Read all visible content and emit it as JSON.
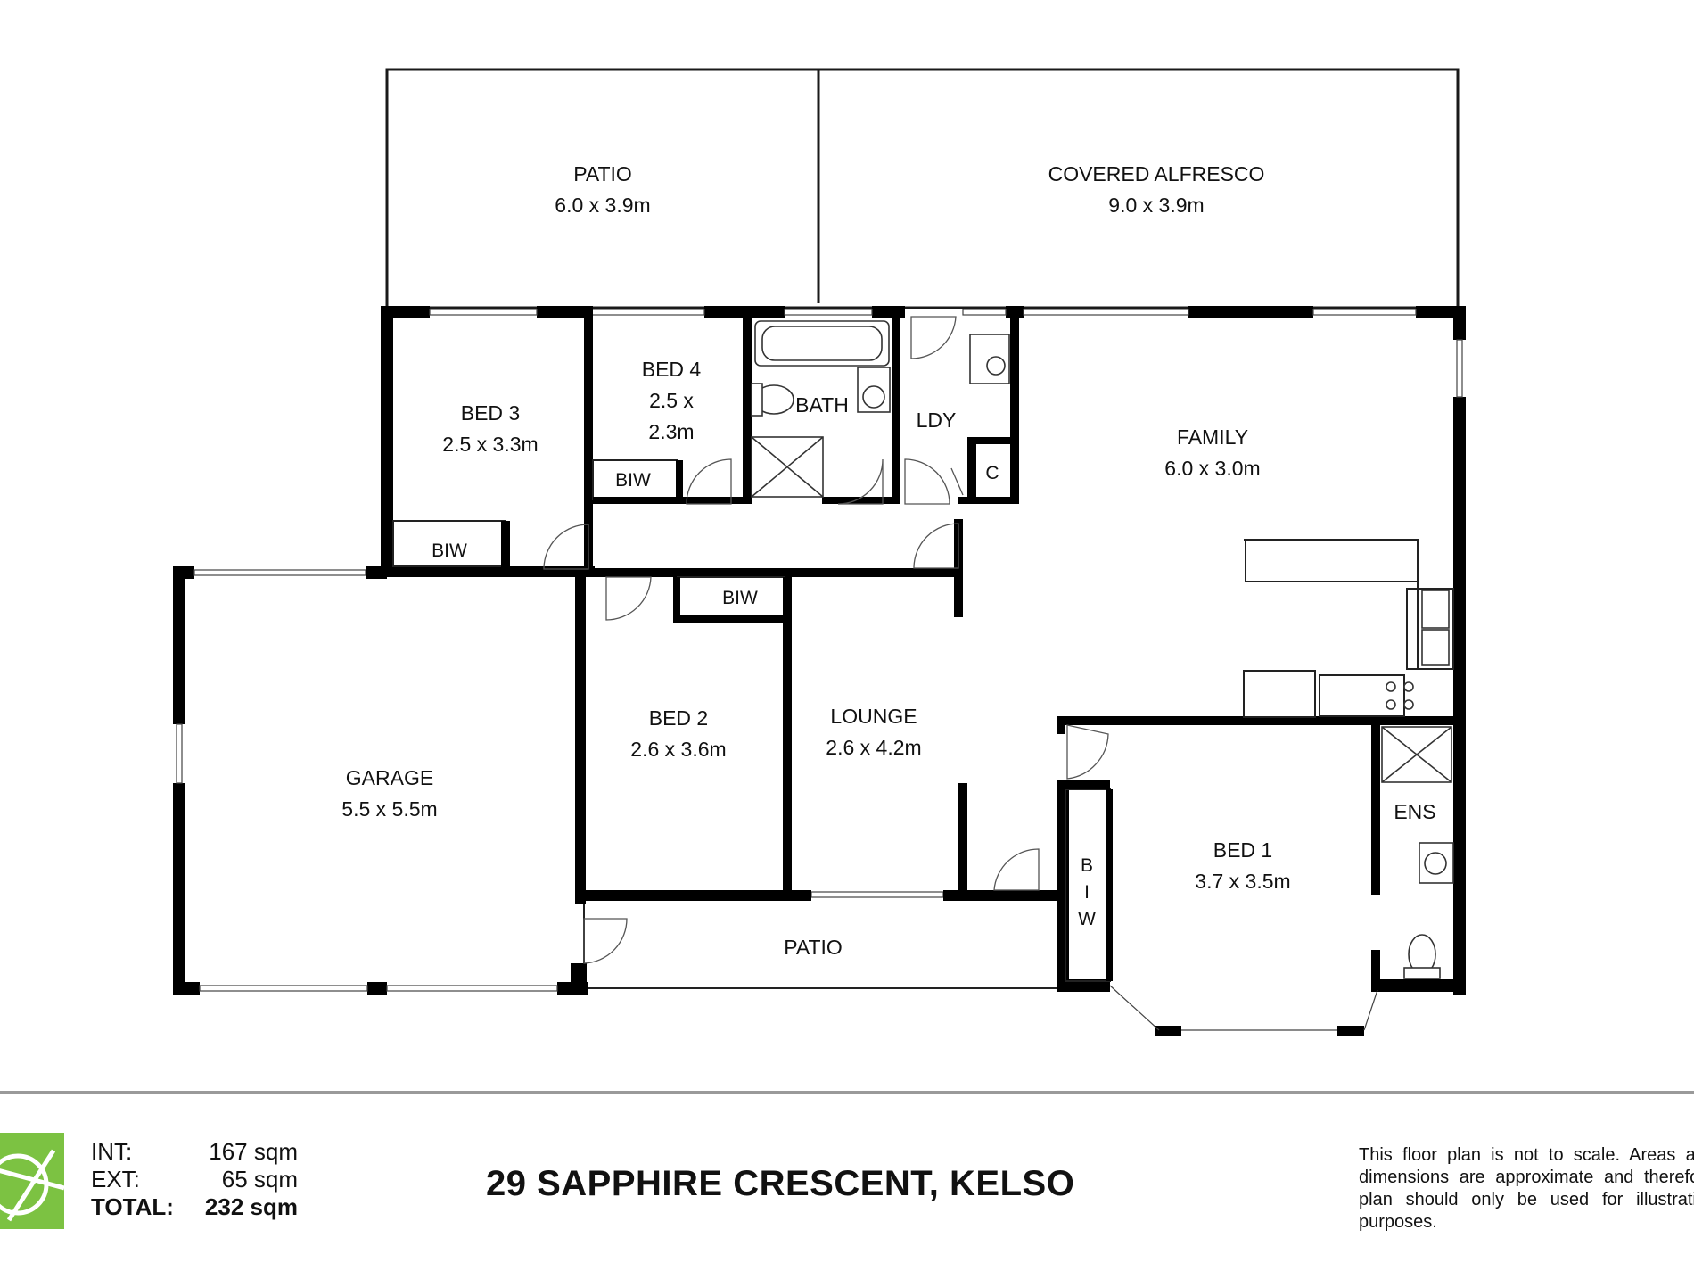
{
  "plan": {
    "rooms": {
      "patio_rear": {
        "name": "PATIO",
        "dims": "6.0 x 3.9m"
      },
      "alfresco": {
        "name": "COVERED ALFRESCO",
        "dims": "9.0 x 3.9m"
      },
      "bed3": {
        "name": "BED 3",
        "dims": "2.5 x 3.3m"
      },
      "bed4": {
        "name": "BED 4",
        "dims_line1": "2.5 x",
        "dims_line2": "2.3m"
      },
      "bath": {
        "name": "BATH"
      },
      "ldy": {
        "name": "LDY"
      },
      "c": {
        "name": "C"
      },
      "family": {
        "name": "FAMILY",
        "dims": "6.0 x 3.0m"
      },
      "biw_bed4": {
        "name": "BIW"
      },
      "biw_bed3": {
        "name": "BIW"
      },
      "biw_bed2": {
        "name": "BIW"
      },
      "garage": {
        "name": "GARAGE",
        "dims": "5.5 x 5.5m"
      },
      "bed2": {
        "name": "BED 2",
        "dims": "2.6 x 3.6m"
      },
      "lounge": {
        "name": "LOUNGE",
        "dims": "2.6 x 4.2m"
      },
      "bed1": {
        "name": "BED 1",
        "dims": "3.7 x 3.5m"
      },
      "ens": {
        "name": "ENS"
      },
      "biw_bed1": {
        "l1": "B",
        "l2": "I",
        "l3": "W"
      },
      "patio_front": {
        "name": "PATIO"
      }
    }
  },
  "footer": {
    "areas": [
      {
        "label": "INT:",
        "value": "167 sqm"
      },
      {
        "label": "EXT:",
        "value": "65 sqm"
      },
      {
        "label": "TOTAL:",
        "value": "232 sqm"
      }
    ],
    "address": "29 SAPPHIRE CRESCENT, KELSO",
    "disclaimer": "This floor plan is not to scale. Areas and dimensions are approximate and therefore plan should only be used for illustrative purposes."
  },
  "colors": {
    "logo": "#7cc242",
    "walls": "#000000",
    "divider": "#9a9a9a"
  }
}
